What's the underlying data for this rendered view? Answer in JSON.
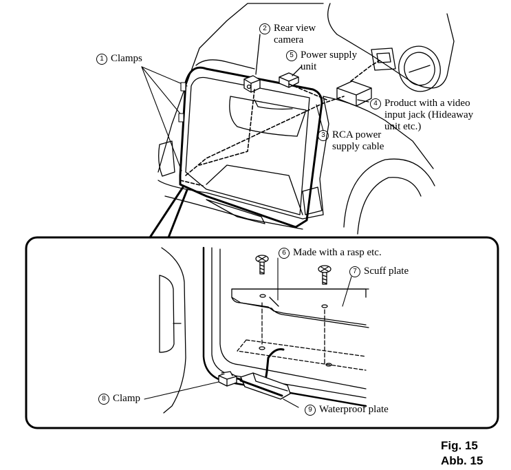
{
  "labels": {
    "l1": {
      "num": "1",
      "text": "Clamps"
    },
    "l2": {
      "num": "2",
      "line1": "Rear view",
      "line2": "camera"
    },
    "l5": {
      "num": "5",
      "line1": "Power supply",
      "line2": "unit"
    },
    "l4": {
      "num": "4",
      "line1": "Product with a video",
      "line2": "input jack (Hideaway",
      "line3": "unit etc.)"
    },
    "l3": {
      "num": "3",
      "line1": "RCA power",
      "line2": "supply cable"
    },
    "l6": {
      "num": "6",
      "text": "Made with a rasp etc."
    },
    "l7": {
      "num": "7",
      "text": "Scuff plate"
    },
    "l8": {
      "num": "8",
      "text": "Clamp"
    },
    "l9": {
      "num": "9",
      "text": "Waterproof plate"
    }
  },
  "figure": {
    "en": "Fig. 15",
    "de": "Abb. 15"
  }
}
